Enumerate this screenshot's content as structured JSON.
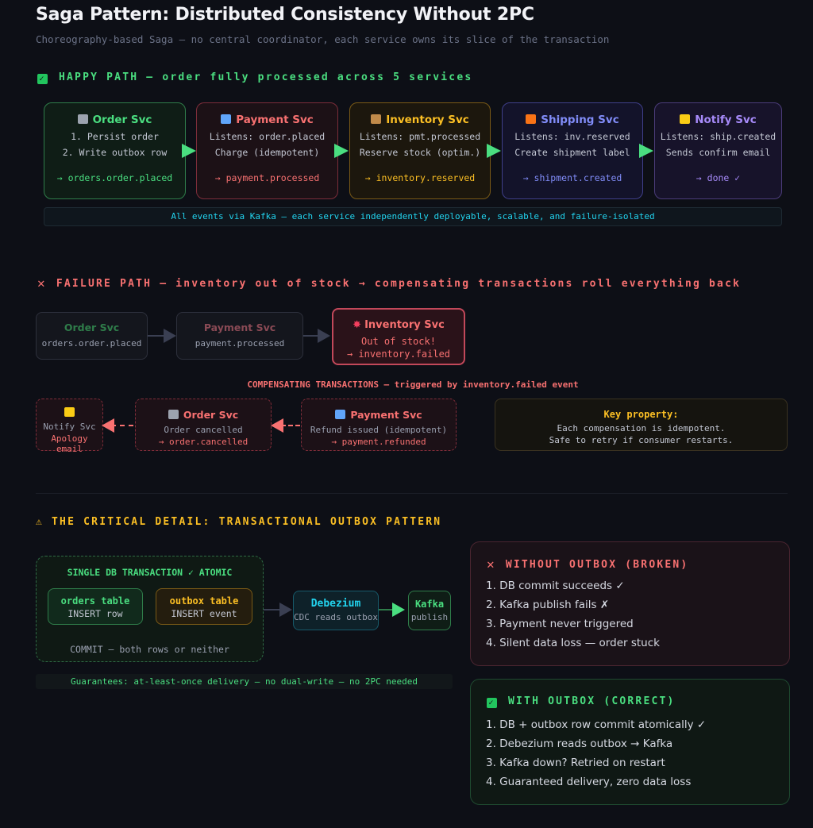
{
  "header": {
    "title": "Saga Pattern: Distributed Consistency Without 2PC",
    "subtitle": "Choreography-based Saga — no central coordinator, each service owns its slice of the transaction"
  },
  "happy": {
    "heading": "HAPPY PATH — order fully processed across 5 services",
    "boxes": [
      {
        "icon": "cart-icon",
        "title": "Order Svc",
        "line1": "1. Persist order",
        "line2": "2. Write outbox row",
        "event": "→ orders.order.placed"
      },
      {
        "icon": "card-icon",
        "title": "Payment Svc",
        "line1": "Listens: order.placed",
        "line2": "Charge (idempotent)",
        "event": "→ payment.processed"
      },
      {
        "icon": "box-icon",
        "title": "Inventory Svc",
        "line1": "Listens: pmt.processed",
        "line2": "Reserve stock (optim.)",
        "event": "→ inventory.reserved"
      },
      {
        "icon": "truck-icon",
        "title": "Shipping Svc",
        "line1": "Listens: inv.reserved",
        "line2": "Create shipment label",
        "event": "→ shipment.created"
      },
      {
        "icon": "bell-icon",
        "title": "Notify Svc",
        "line1": "Listens: ship.created",
        "line2": "Sends confirm email",
        "event": "→ done ✓"
      }
    ],
    "note": "All events via Kafka — each service independently deployable, scalable, and failure-isolated"
  },
  "failure": {
    "heading": "FAILURE PATH — inventory out of stock → compensating transactions roll everything back",
    "forward": [
      {
        "title": "Order Svc",
        "line": "orders.order.placed"
      },
      {
        "title": "Payment Svc",
        "line": "payment.processed"
      },
      {
        "title": "Inventory Svc",
        "line1": "Out of stock!",
        "line2": "→ inventory.failed"
      }
    ],
    "comp_label": "COMPENSATING TRANSACTIONS — triggered by inventory.failed event",
    "comp": [
      {
        "title": "Notify Svc",
        "line": "Apology email"
      },
      {
        "title": "Order Svc",
        "line1": "Order cancelled",
        "line2": "→ order.cancelled"
      },
      {
        "title": "Payment Svc",
        "line1": "Refund issued (idempotent)",
        "line2": "→ payment.refunded"
      }
    ],
    "key": {
      "title": "Key property:",
      "line1": "Each compensation is idempotent.",
      "line2": "Safe to retry if consumer restarts."
    }
  },
  "outbox": {
    "heading": "THE CRITICAL DETAIL: TRANSACTIONAL OUTBOX PATTERN",
    "tx_title": "SINGLE DB TRANSACTION ✓ ATOMIC",
    "orders_table": {
      "title": "orders table",
      "sub": "INSERT row"
    },
    "outbox_table": {
      "title": "outbox table",
      "sub": "INSERT event"
    },
    "commit": "COMMIT — both rows or neither",
    "debezium": {
      "title": "Debezium",
      "sub": "CDC reads outbox"
    },
    "kafka": {
      "title": "Kafka",
      "sub": "publish"
    },
    "guarantee": "Guarantees: at-least-once delivery — no dual-write — no 2PC needed",
    "without": {
      "heading": "WITHOUT OUTBOX (BROKEN)",
      "items": [
        "1. DB commit succeeds ✓",
        "2. Kafka publish fails ✗",
        "3. Payment never triggered",
        "4. Silent data loss — order stuck"
      ]
    },
    "with": {
      "heading": "WITH OUTBOX (CORRECT)",
      "items": [
        "1. DB + outbox row commit atomically ✓",
        "2. Debezium reads outbox → Kafka",
        "3. Kafka down? Retried on restart",
        "4. Guaranteed delivery, zero data loss"
      ]
    }
  },
  "colors": {
    "green": "#4ade80",
    "red": "#f87171",
    "amber": "#fbbf24",
    "blue": "#818cf8",
    "purple": "#a78bfa",
    "cyan": "#22d3ee"
  }
}
